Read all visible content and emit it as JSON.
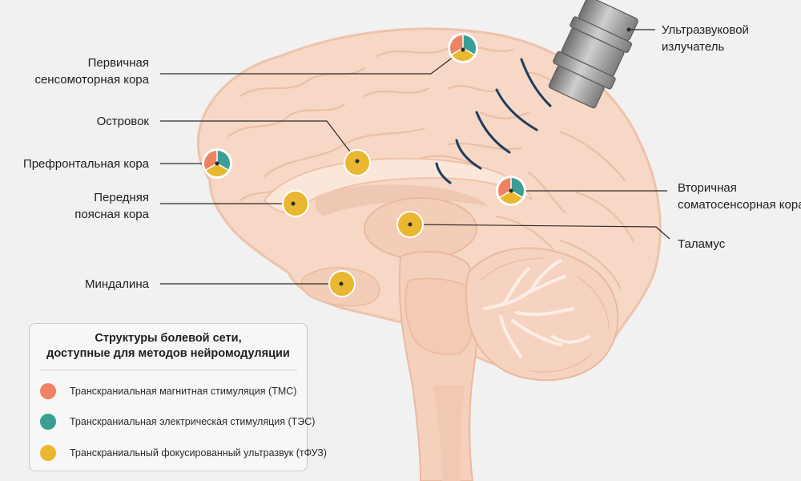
{
  "colors": {
    "background": "#f1f1f1",
    "tms": "#f08262",
    "tes": "#3a9e94",
    "tfus": "#eab830",
    "wave": "#1f3d5e",
    "brain": "#f7d8c6"
  },
  "labels": {
    "primary_cortex_line1": "Первичная",
    "primary_cortex_line2": "сенсомоторная кора",
    "insula": "Островок",
    "prefrontal": "Префронтальная кора",
    "acc_line1": "Передняя",
    "acc_line2": "поясная кора",
    "amygdala": "Миндалина",
    "transducer_line1": "Ультразвуковой",
    "transducer_line2": "излучатель",
    "secondary_line1": "Вторичная",
    "secondary_line2": "соматосенсорная кора",
    "thalamus": "Таламус"
  },
  "legend": {
    "title_line1": "Структуры болевой сети,",
    "title_line2": "доступные для методов нейромодуляции",
    "items": [
      {
        "key": "tms",
        "label": "Транскраниальная магнитная стимуляция (ТМС)"
      },
      {
        "key": "tes",
        "label": "Транскраниальная электрическая стимуляция (ТЭС)"
      },
      {
        "key": "tfus",
        "label": "Транскраниальный фокусированный ультразвук (тФУЗ)"
      }
    ]
  },
  "icons": {
    "transducer": "ultrasound-transducer-icon",
    "waves": "ultrasound-waves-icon",
    "pie": "tri-color-pie-marker-icon"
  }
}
